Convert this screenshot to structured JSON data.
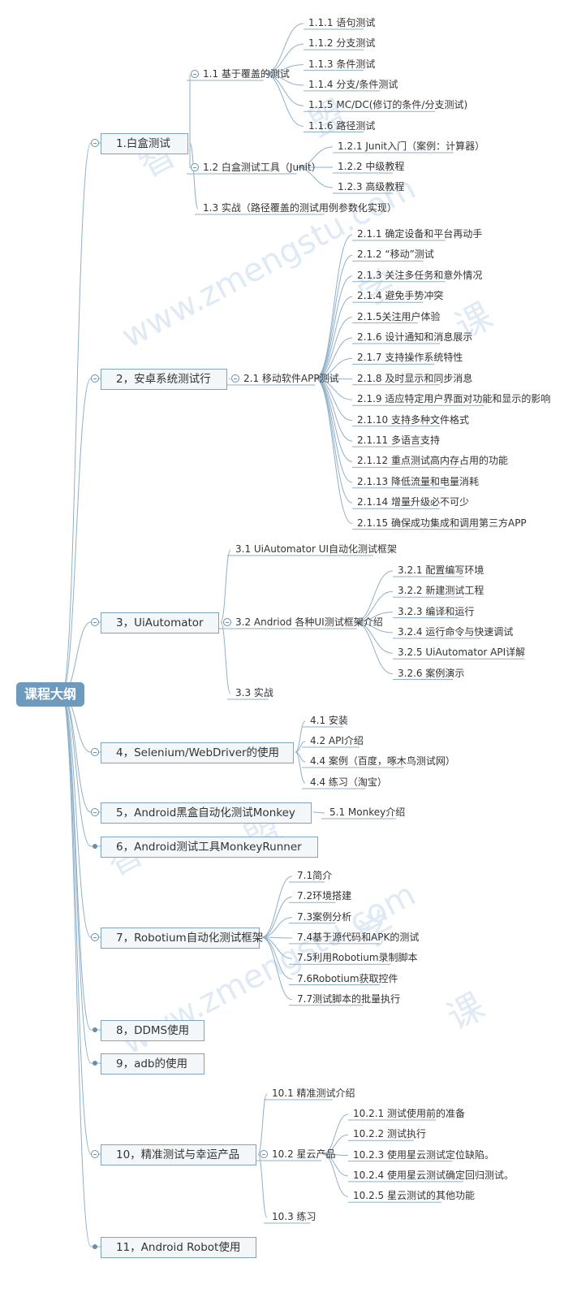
{
  "root": "课程大纲",
  "watermark": {
    "site": "www.zmengstu.com",
    "chars": [
      "智",
      "盟",
      "学",
      "课"
    ]
  },
  "children": [
    {
      "label": "1.白盒测试",
      "children": [
        {
          "label": "1.1 基于覆盖的测试",
          "children": [
            {
              "label": "1.1.1 语句测试"
            },
            {
              "label": "1.1.2 分支测试"
            },
            {
              "label": "1.1.3 条件测试"
            },
            {
              "label": "1.1.4 分支/条件测试"
            },
            {
              "label": "1.1.5 MC/DC(修订的条件/分支测试)"
            },
            {
              "label": "1.1.6 路径测试"
            }
          ]
        },
        {
          "label": "1.2 白盒测试工具（Junit）",
          "children": [
            {
              "label": "1.2.1 Junit入门（案例：计算器）"
            },
            {
              "label": "1.2.2 中级教程"
            },
            {
              "label": "1.2.3 高级教程"
            }
          ]
        },
        {
          "label": "1.3 实战（路径覆盖的测试用例参数化实现）"
        }
      ]
    },
    {
      "label": "2，安卓系统测试行",
      "children": [
        {
          "label": "2.1 移动软件APP测试",
          "children": [
            {
              "label": "2.1.1 确定设备和平台再动手"
            },
            {
              "label": "2.1.2 “移动”测试"
            },
            {
              "label": "2.1.3 关注多任务和意外情况"
            },
            {
              "label": "2.1.4 避免手势冲突"
            },
            {
              "label": "2.1.5关注用户体验"
            },
            {
              "label": "2.1.6 设计通知和消息展示"
            },
            {
              "label": "2.1.7 支持操作系统特性"
            },
            {
              "label": "2.1.8 及时显示和同步消息"
            },
            {
              "label": "2.1.9 适应特定用户界面对功能和显示的影响"
            },
            {
              "label": "2.1.10 支持多种文件格式"
            },
            {
              "label": "2.1.11 多语言支持"
            },
            {
              "label": "2.1.12 重点测试高内存占用的功能"
            },
            {
              "label": "2.1.13 降低流量和电量消耗"
            },
            {
              "label": "2.1.14 增量升级必不可少"
            },
            {
              "label": "2.1.15 确保成功集成和调用第三方APP"
            }
          ]
        }
      ]
    },
    {
      "label": "3，UiAutomator",
      "children": [
        {
          "label": "3.1 UiAutomator UI自动化测试框架"
        },
        {
          "label": "3.2 Andriod 各种UI测试框架介绍",
          "children": [
            {
              "label": "3.2.1 配置编写环境"
            },
            {
              "label": "3.2.2 新建测试工程"
            },
            {
              "label": "3.2.3 编译和运行"
            },
            {
              "label": "3.2.4 运行命令与快速调试"
            },
            {
              "label": "3.2.5 UiAutomator API详解"
            },
            {
              "label": "3.2.6 案例演示"
            }
          ]
        },
        {
          "label": "3.3 实战"
        }
      ]
    },
    {
      "label": "4，Selenium/WebDriver的使用",
      "children": [
        {
          "label": "4.1 安装"
        },
        {
          "label": "4.2 API介绍"
        },
        {
          "label": "4.4 案例（百度，啄木鸟测试网）"
        },
        {
          "label": "4.4 练习（淘宝）"
        }
      ]
    },
    {
      "label": "5，Android黑盒自动化测试Monkey",
      "children": [
        {
          "label": "5.1 Monkey介绍"
        }
      ]
    },
    {
      "label": "6，Android测试工具MonkeyRunner"
    },
    {
      "label": "7，Robotium自动化测试框架",
      "children": [
        {
          "label": "7.1简介"
        },
        {
          "label": "7.2环境搭建"
        },
        {
          "label": "7.3案例分析"
        },
        {
          "label": "7.4基于源代码和APK的测试"
        },
        {
          "label": "7.5利用Robotium录制脚本"
        },
        {
          "label": "7.6Robotium获取控件"
        },
        {
          "label": "7.7测试脚本的批量执行"
        }
      ]
    },
    {
      "label": "8，DDMS使用"
    },
    {
      "label": "9，adb的使用"
    },
    {
      "label": "10，精准测试与幸运产品",
      "children": [
        {
          "label": "10.1 精准测试介绍"
        },
        {
          "label": "10.2 星云产品",
          "children": [
            {
              "label": "10.2.1 测试使用前的准备"
            },
            {
              "label": "10.2.2 测试执行"
            },
            {
              "label": "10.2.3 使用星云测试定位缺陷。"
            },
            {
              "label": "10.2.4 使用星云测试确定回归测试。"
            },
            {
              "label": "10.2.5 星云测试的其他功能"
            }
          ]
        },
        {
          "label": "10.3 练习"
        }
      ]
    },
    {
      "label": "11，Android Robot使用"
    }
  ]
}
